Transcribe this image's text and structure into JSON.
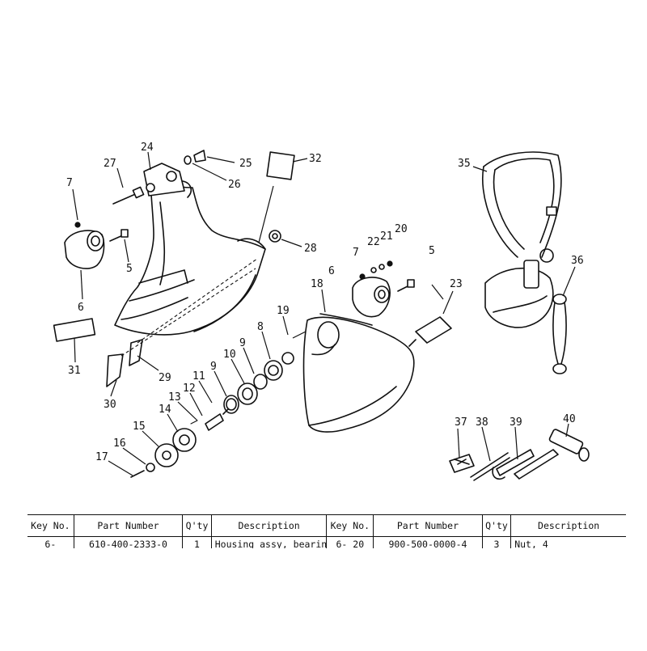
{
  "diagram": {
    "callouts": [
      "24",
      "27",
      "25",
      "32",
      "26",
      "7",
      "5",
      "6",
      "28",
      "35",
      "31",
      "29",
      "30",
      "22",
      "21",
      "20",
      "7",
      "5",
      "6",
      "18",
      "23",
      "36",
      "19",
      "8",
      "9",
      "10",
      "9",
      "11",
      "12",
      "13",
      "14",
      "15",
      "16",
      "17",
      "37",
      "38",
      "39",
      "40"
    ]
  },
  "table": {
    "headers": [
      "Key No.",
      "Part Number",
      "Q'ty",
      "Description",
      "Key No.",
      "Part Number",
      "Q'ty",
      "Description"
    ],
    "rows": [
      [
        "6-",
        "610-400-2333-0",
        "1",
        "Housing assy, bearing",
        "6- 20",
        "900-500-0000-4",
        "3",
        "Nut, 4"
      ]
    ]
  }
}
